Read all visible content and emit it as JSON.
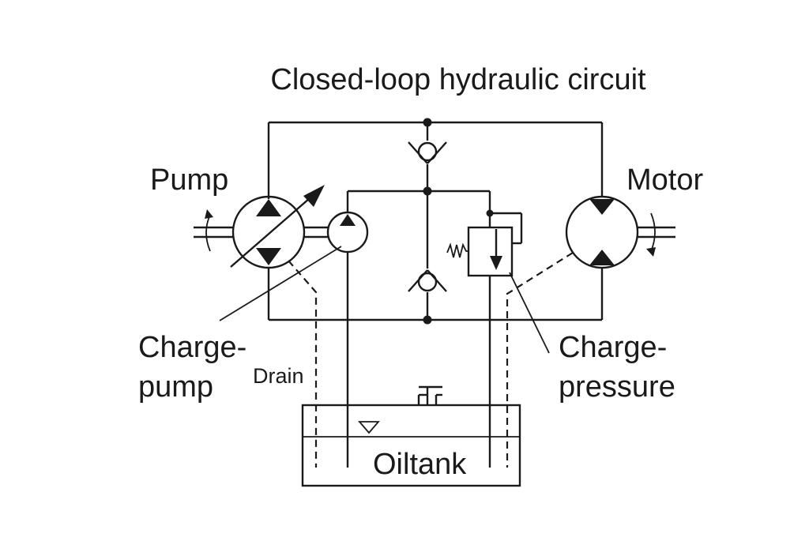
{
  "diagram": {
    "title": "Closed-loop hydraulic circuit",
    "labels": {
      "pump": "Pump",
      "motor": "Motor",
      "charge_pump_line1": "Charge-",
      "charge_pump_line2": "pump",
      "drain": "Drain",
      "charge_pressure_line1": "Charge-",
      "charge_pressure_line2": "pressure",
      "oiltank": "Oiltank"
    }
  }
}
